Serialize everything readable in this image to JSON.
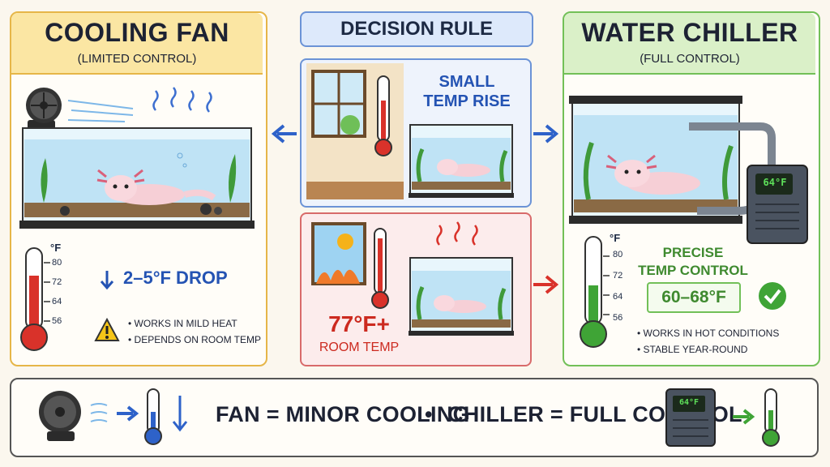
{
  "fan_panel": {
    "title": "COOLING FAN",
    "subtitle": "(LIMITED CONTROL)",
    "drop_text": "2–5°F DROP",
    "bullets": [
      "WORKS IN MILD HEAT",
      "DEPENDS ON ROOM TEMP"
    ],
    "thermo_unit": "°F",
    "thermo_ticks": [
      "80",
      "72",
      "64",
      "56"
    ],
    "thermo_level": 0.6
  },
  "decision": {
    "title": "DECISION RULE",
    "small_rise_line1": "SMALL",
    "small_rise_line2": "TEMP RISE",
    "hot_value": "77°F+",
    "hot_label": "ROOM TEMP"
  },
  "chiller_panel": {
    "title": "WATER CHILLER",
    "subtitle": "(FULL CONTROL)",
    "precise_line1": "PRECISE",
    "precise_line2": "TEMP CONTROL",
    "range": "60–68°F",
    "chiller_display": "64°F",
    "bullets": [
      "WORKS IN HOT CONDITIONS",
      "STABLE YEAR-ROUND"
    ],
    "thermo_unit": "°F",
    "thermo_ticks": [
      "80",
      "72",
      "64",
      "56"
    ],
    "thermo_level": 0.35
  },
  "summary": {
    "fan_text": "FAN = MINOR COOLING",
    "separator": "•",
    "chiller_text": "CHILLER = FULL CONTROL",
    "chiller_display": "64°F"
  },
  "colors": {
    "fan_accent": "#e6b648",
    "chiller_accent": "#72c058",
    "decision_blue": "#6b93d6",
    "hot_red": "#d86a6a",
    "water": "#bfe3f5"
  }
}
